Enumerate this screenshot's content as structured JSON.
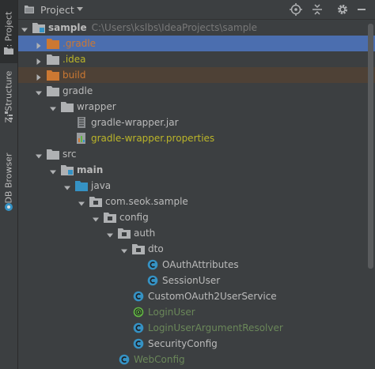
{
  "side_tabs": [
    {
      "label": "1: Project",
      "active": true,
      "icon": "folder-icon"
    },
    {
      "label": "Z: Structure",
      "active": false,
      "icon": "structure-icon"
    },
    {
      "label": "DB Browser",
      "active": false,
      "icon": "db-browser-icon"
    }
  ],
  "header": {
    "title": "Project",
    "buttons": [
      "locate-icon",
      "collapse-all-icon",
      "gear-icon",
      "minimize-icon"
    ]
  },
  "tree": [
    {
      "label": "sample",
      "path": "C:\\Users\\kslbs\\IdeaProjects\\sample",
      "depth": 0,
      "expanded": true,
      "icon": "module",
      "style": "bold"
    },
    {
      "label": ".gradle",
      "depth": 1,
      "expanded": false,
      "icon": "folder-orange",
      "style": "orange",
      "selected": true
    },
    {
      "label": ".idea",
      "depth": 1,
      "expanded": false,
      "icon": "folder",
      "style": "olive"
    },
    {
      "label": "build",
      "depth": 1,
      "expanded": false,
      "icon": "folder-orange",
      "style": "orange",
      "excluded": true
    },
    {
      "label": "gradle",
      "depth": 1,
      "expanded": true,
      "icon": "folder"
    },
    {
      "label": "wrapper",
      "depth": 2,
      "expanded": true,
      "icon": "folder"
    },
    {
      "label": "gradle-wrapper.jar",
      "depth": 3,
      "icon": "jar"
    },
    {
      "label": "gradle-wrapper.properties",
      "depth": 3,
      "icon": "properties",
      "style": "olive"
    },
    {
      "label": "src",
      "depth": 1,
      "expanded": true,
      "icon": "folder"
    },
    {
      "label": "main",
      "depth": 2,
      "expanded": true,
      "icon": "folder-module",
      "style": "bold"
    },
    {
      "label": "java",
      "depth": 3,
      "expanded": true,
      "icon": "folder-source"
    },
    {
      "label": "com.seok.sample",
      "depth": 4,
      "expanded": true,
      "icon": "package"
    },
    {
      "label": "config",
      "depth": 5,
      "expanded": true,
      "icon": "package"
    },
    {
      "label": "auth",
      "depth": 6,
      "expanded": true,
      "icon": "package"
    },
    {
      "label": "dto",
      "depth": 7,
      "expanded": true,
      "icon": "package"
    },
    {
      "label": "OAuthAttributes",
      "depth": 8,
      "icon": "class"
    },
    {
      "label": "SessionUser",
      "depth": 8,
      "icon": "class"
    },
    {
      "label": "CustomOAuth2UserService",
      "depth": 7,
      "icon": "class"
    },
    {
      "label": "LoginUser",
      "depth": 7,
      "icon": "annotation",
      "style": "green"
    },
    {
      "label": "LoginUserArgumentResolver",
      "depth": 7,
      "icon": "class",
      "style": "green"
    },
    {
      "label": "SecurityConfig",
      "depth": 7,
      "icon": "class"
    },
    {
      "label": "WebConfig",
      "depth": 6,
      "icon": "class",
      "style": "green"
    }
  ],
  "colors": {
    "background": "#3c3f41",
    "selection": "#4b6eaf",
    "excluded": "#4e4136",
    "folder": "#afb1b3",
    "folder_orange": "#cc7832",
    "class_icon": "#3592c4",
    "annotation_icon": "#62b543",
    "source_blue": "#3592c4"
  }
}
